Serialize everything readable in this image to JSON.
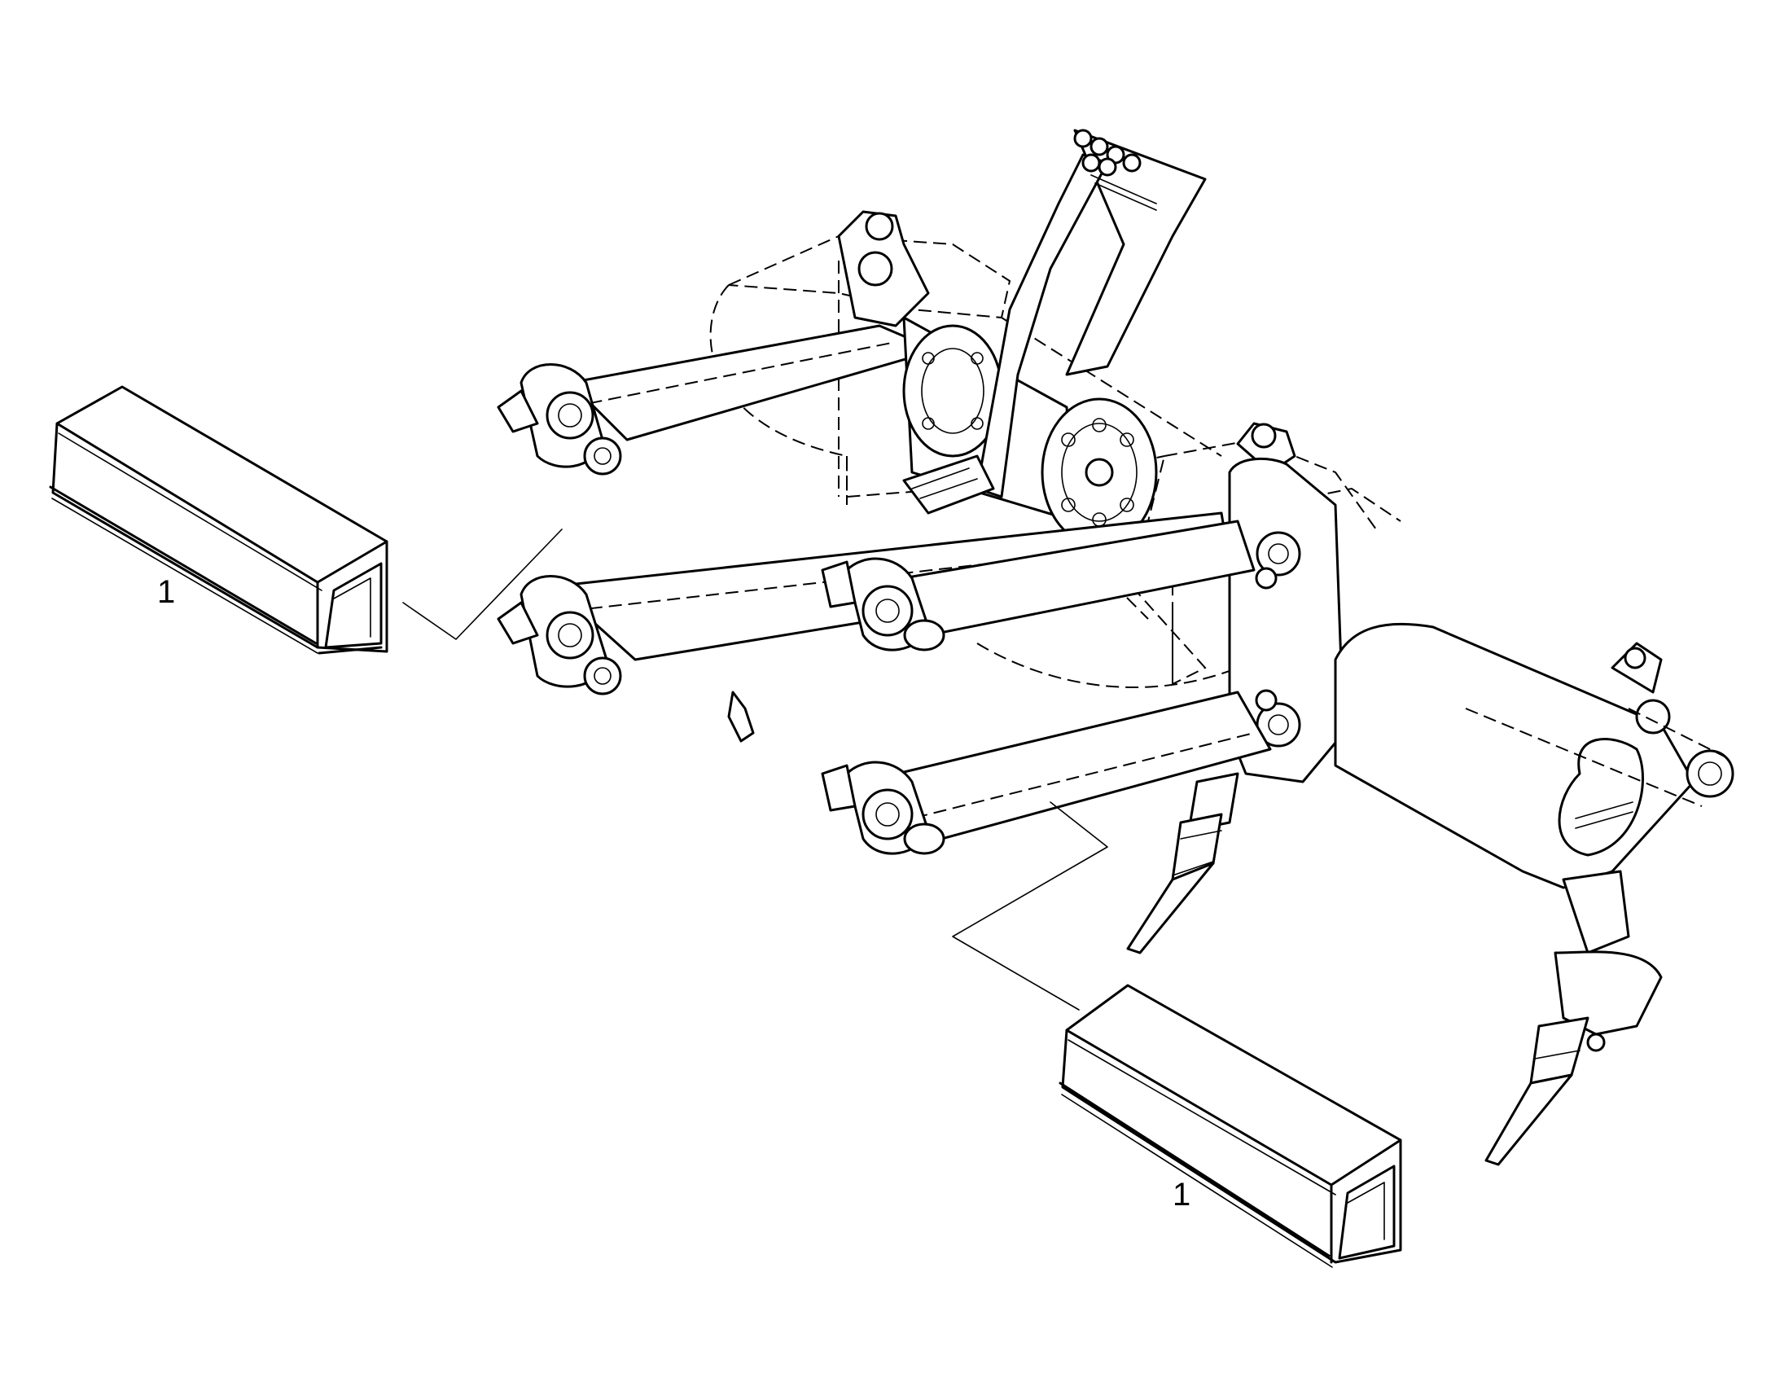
{
  "callouts": [
    {
      "id": "callout-1a",
      "label": "1"
    },
    {
      "id": "callout-1b",
      "label": "1"
    }
  ],
  "colors": {
    "line": "#000000",
    "background": "#ffffff"
  }
}
